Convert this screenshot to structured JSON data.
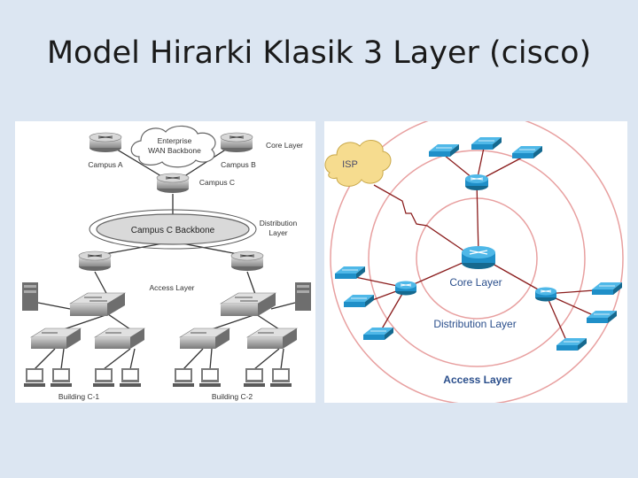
{
  "slide": {
    "title": "Model Hirarki Klasik 3 Layer (cisco)"
  },
  "left_diagram": {
    "wan_cloud": [
      "Enterprise",
      "WAN Backbone"
    ],
    "campus_a": "Campus A",
    "campus_b": "Campus B",
    "campus_c": "Campus C",
    "backbone": "Campus C Backbone",
    "core_label": "Core Layer",
    "distribution_label": [
      "Distribution",
      "Layer"
    ],
    "access_label": "Access Layer",
    "building_1": "Building C-1",
    "building_2": "Building C-2"
  },
  "right_diagram": {
    "isp": "ISP",
    "core": "Core Layer",
    "distribution": "Distribution Layer",
    "access": "Access Layer"
  },
  "colors": {
    "background": "#dce6f2",
    "isp_cloud": "#f6dc8f",
    "ring": "#e8a0a0",
    "device_blue": "#1f8fc8",
    "label_blue": "#2b4f8c"
  }
}
